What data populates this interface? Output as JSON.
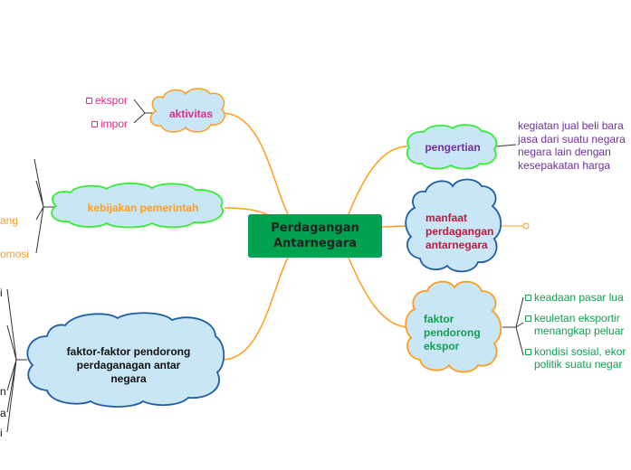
{
  "central": {
    "line1": "Perdagangan",
    "line2": "Antarnegara"
  },
  "aktivitas": {
    "title": "aktivitas",
    "items": [
      "ekspor",
      "impor"
    ]
  },
  "kebijakan": {
    "title": "kebijakan pemerintah",
    "partial_items": [
      "ang",
      "omosi"
    ]
  },
  "faktor_pendorong_antar": {
    "line1": "faktor-faktor pendorong",
    "line2": "perdaganagan antar",
    "line3": "negara",
    "partial_items": [
      "i",
      "n",
      "a",
      "i"
    ]
  },
  "pengertian": {
    "title": "pengertian",
    "lines": [
      "kegiatan jual beli bara",
      "jasa dari suatu negara",
      "negara lain dengan",
      "kesepakatan harga"
    ]
  },
  "manfaat": {
    "line1": "manfaat",
    "line2": "perdagangan",
    "line3": "antarnegara"
  },
  "faktor_ekspor": {
    "line1": "faktor",
    "line2": "pendorong",
    "line3": "ekspor",
    "items": [
      {
        "l1": "keadaan pasar lua",
        "l2": ""
      },
      {
        "l1": "keuletan eksportir",
        "l2": "menangkap peluar"
      },
      {
        "l1": "kondisi sosial, ekor",
        "l2": "politik suatu negar"
      }
    ]
  },
  "colors": {
    "orange": "#ff9d1e",
    "green_center": "#00a24f",
    "cloud_fill": "#c8e6f5",
    "pink": "#e02b8a",
    "purple": "#7030a0",
    "crimson": "#c0183c",
    "green_text": "#10a050"
  }
}
